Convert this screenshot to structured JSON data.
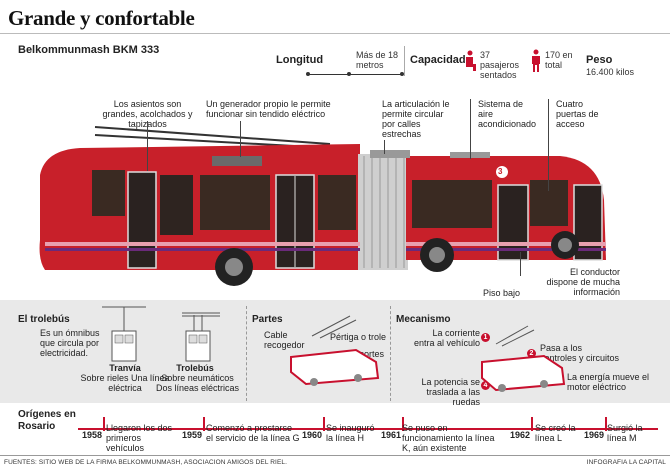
{
  "title": "Grande y confortable",
  "model": "Belkommunmash BKM 333",
  "specs": {
    "length_label": "Longitud",
    "length_value": "Más de 18 metros",
    "capacity_label": "Capacidad",
    "seated": "37 pasajeros sentados",
    "total": "170 en total",
    "weight_label": "Peso",
    "weight_value": "16.400 kilos"
  },
  "callouts": {
    "seats": "Los asientos son grandes, acolchados y tapizados",
    "generator": "Un generador propio le permite funcionar sin tendido eléctrico",
    "articulation": "La articulación le permite circular por calles estrechas",
    "air": "Sistema de aire acondicionado",
    "doors": "Cuatro puertas de acceso",
    "driver": "El conductor dispone de mucha información",
    "floor": "Piso bajo"
  },
  "bus_number": "3",
  "trolebus": {
    "title": "El trolebús",
    "desc": "Es un ómnibus que circula por electricidad.",
    "tranvia_name": "Tranvía",
    "tranvia_desc": "Sobre rieles Una línea eléctrica",
    "trolebus_name": "Trolebús",
    "trolebus_desc": "Sobre neumáticos Dos líneas eléctricas"
  },
  "partes": {
    "title": "Partes",
    "cable": "Cable recogedor",
    "pertiga": "Pértiga o trole",
    "resortes": "Resortes"
  },
  "mecanismo": {
    "title": "Mecanismo",
    "steps": [
      {
        "n": "1",
        "text": "La corriente entra al vehículo"
      },
      {
        "n": "2",
        "text": "Pasa a los controles y circuitos"
      },
      {
        "n": "3",
        "text": "La energía mueve el motor eléctrico"
      },
      {
        "n": "4",
        "text": "La potencia se traslada a las ruedas"
      }
    ]
  },
  "origenes": {
    "title": "Orígenes en Rosario",
    "events": [
      {
        "year": "1958",
        "text": "Llegaron los dos primeros vehículos"
      },
      {
        "year": "1959",
        "text": "Comenzó a prestarse el servicio de la línea G"
      },
      {
        "year": "1960",
        "text": "Se inauguró la línea H"
      },
      {
        "year": "1961",
        "text": "Se puso en funcionamiento la línea K, aún existente"
      },
      {
        "year": "1962",
        "text": "Se creó la línea L"
      },
      {
        "year": "1969",
        "text": "Surgió la línea M"
      }
    ]
  },
  "footer": {
    "sources": "FUENTES: SITIO WEB DE LA FIRMA BELKOMMUNMASH, ASOCIACION AMIGOS DEL RIEL.",
    "credit": "INFOGRAFIA LA CAPITAL"
  },
  "colors": {
    "accent": "#c8102e",
    "bus_red": "#c8202a",
    "panel": "#e9e9e9"
  }
}
